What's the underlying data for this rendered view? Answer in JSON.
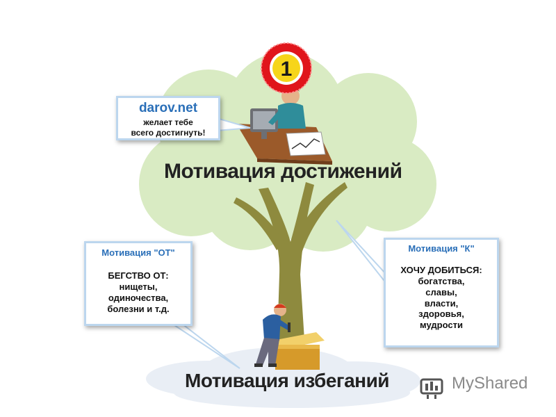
{
  "diagram": {
    "title_achievement": "Мотивация достижений",
    "title_avoidance": "Мотивация избеганий",
    "badge_number": "1",
    "site_callout": {
      "head": "darov.net",
      "lines": [
        "желает тебе",
        "всего достигнуть!"
      ]
    },
    "from_callout": {
      "head": "Мотивация \"ОТ\"",
      "lines": [
        "БЕГСТВО ОТ:",
        "нищеты,",
        "одиночества,",
        "болезни и т.д."
      ]
    },
    "to_callout": {
      "head": "Мотивация \"К\"",
      "lines": [
        "ХОЧУ ДОБИТЬСЯ:",
        "богатства,",
        "славы,",
        "власти,",
        "здоровья,",
        "мудрости"
      ]
    }
  },
  "watermark": {
    "text": "MyShared"
  },
  "colors": {
    "foliage": "#d9ebc3",
    "trunk": "#8e8a3e",
    "callout_border": "#bcd6ee",
    "callout_head": "#2a6fb8",
    "badge_red": "#e0151b",
    "badge_yellow": "#f6d51a"
  }
}
